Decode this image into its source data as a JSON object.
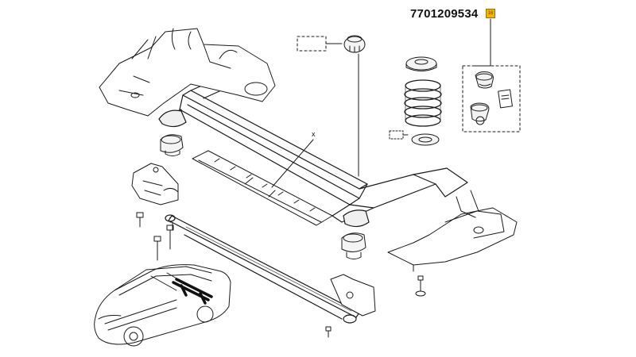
{
  "part_number": "7701209534",
  "ref_tag_label": "16",
  "callout_x_label": "x",
  "colors": {
    "line": "#1a1a1a",
    "ref_tag": "#f4b400",
    "accent_part": "#111111"
  }
}
